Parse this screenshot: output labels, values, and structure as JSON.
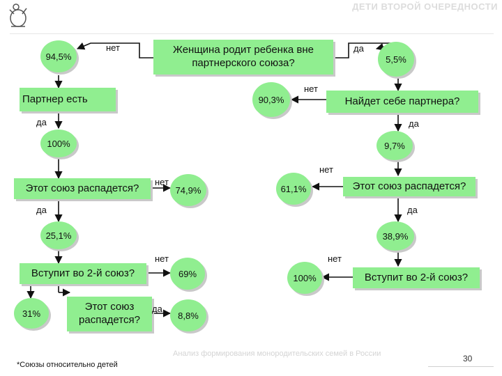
{
  "header": {
    "title": "ДЕТИ ВТОРОЙ ОЧЕРЕДНОСТИ"
  },
  "question_top": "Женщина родит ребенка вне партнерского союза?",
  "question_find_partner": "Найдет себе партнера?",
  "box_partner_exists": "Партнер есть",
  "question_breakup_left": "Этот союз распадется?",
  "question_breakup_right": "Этот союз распадется?",
  "question_second_union_left": "Вступит во 2-й союз?",
  "question_second_union_right": "Вступит во 2-й союз?",
  "question_breakup_bottom": "Этот союз распадется?",
  "percentages": {
    "p94_5": "94,5%",
    "p5_5": "5,5%",
    "p90_3": "90,3%",
    "p100_left": "100%",
    "p9_7": "9,7%",
    "p74_9": "74,9%",
    "p61_1": "61,1%",
    "p25_1": "25,1%",
    "p38_9": "38,9%",
    "p69": "69%",
    "p100_right": "100%",
    "p31": "31%",
    "p8_8": "8,8%"
  },
  "labels": {
    "yes": "да",
    "no": "нет"
  },
  "footer": {
    "source": "Анализ формирования монородительских семей в России",
    "page_number": "30",
    "footnote": "*Союзы относительно детей"
  },
  "colors": {
    "node_fill": "#90ee90",
    "shadow": "#c9c9c9",
    "arrow": "#111111"
  },
  "icons": {
    "logo": "figure-logo-icon"
  }
}
